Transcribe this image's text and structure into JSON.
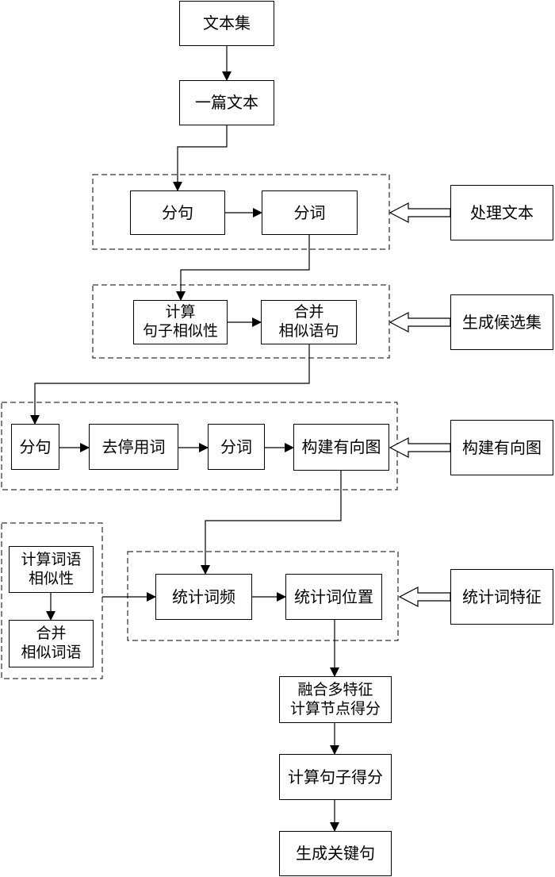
{
  "nodes": {
    "text_set": "文本集",
    "one_text": "一篇文本",
    "split_sentence_1": "分句",
    "segment_1": "分词",
    "process_text": "处理文本",
    "calc_similarity": {
      "line1": "计算",
      "line2": "句子相似性"
    },
    "merge_similar_sentences": {
      "line1": "合并",
      "line2": "相似语句"
    },
    "gen_candidates": "生成候选集",
    "split_sentence_2": "分句",
    "remove_stopwords": "去停用词",
    "segment_2": "分词",
    "build_graph_inner": "构建有向图",
    "build_graph_label": "构建有向图",
    "word_similarity": {
      "line1": "计算词语",
      "line2": "相似性"
    },
    "merge_similar_words": {
      "line1": "合并",
      "line2": "相似词语"
    },
    "word_freq": "统计词频",
    "word_position": "统计词位置",
    "word_features": "统计词特征",
    "fuse_features": {
      "line1": "融合多特征",
      "line2": "计算节点得分"
    },
    "sentence_score": "计算句子得分",
    "key_sentences": "生成关键句"
  }
}
